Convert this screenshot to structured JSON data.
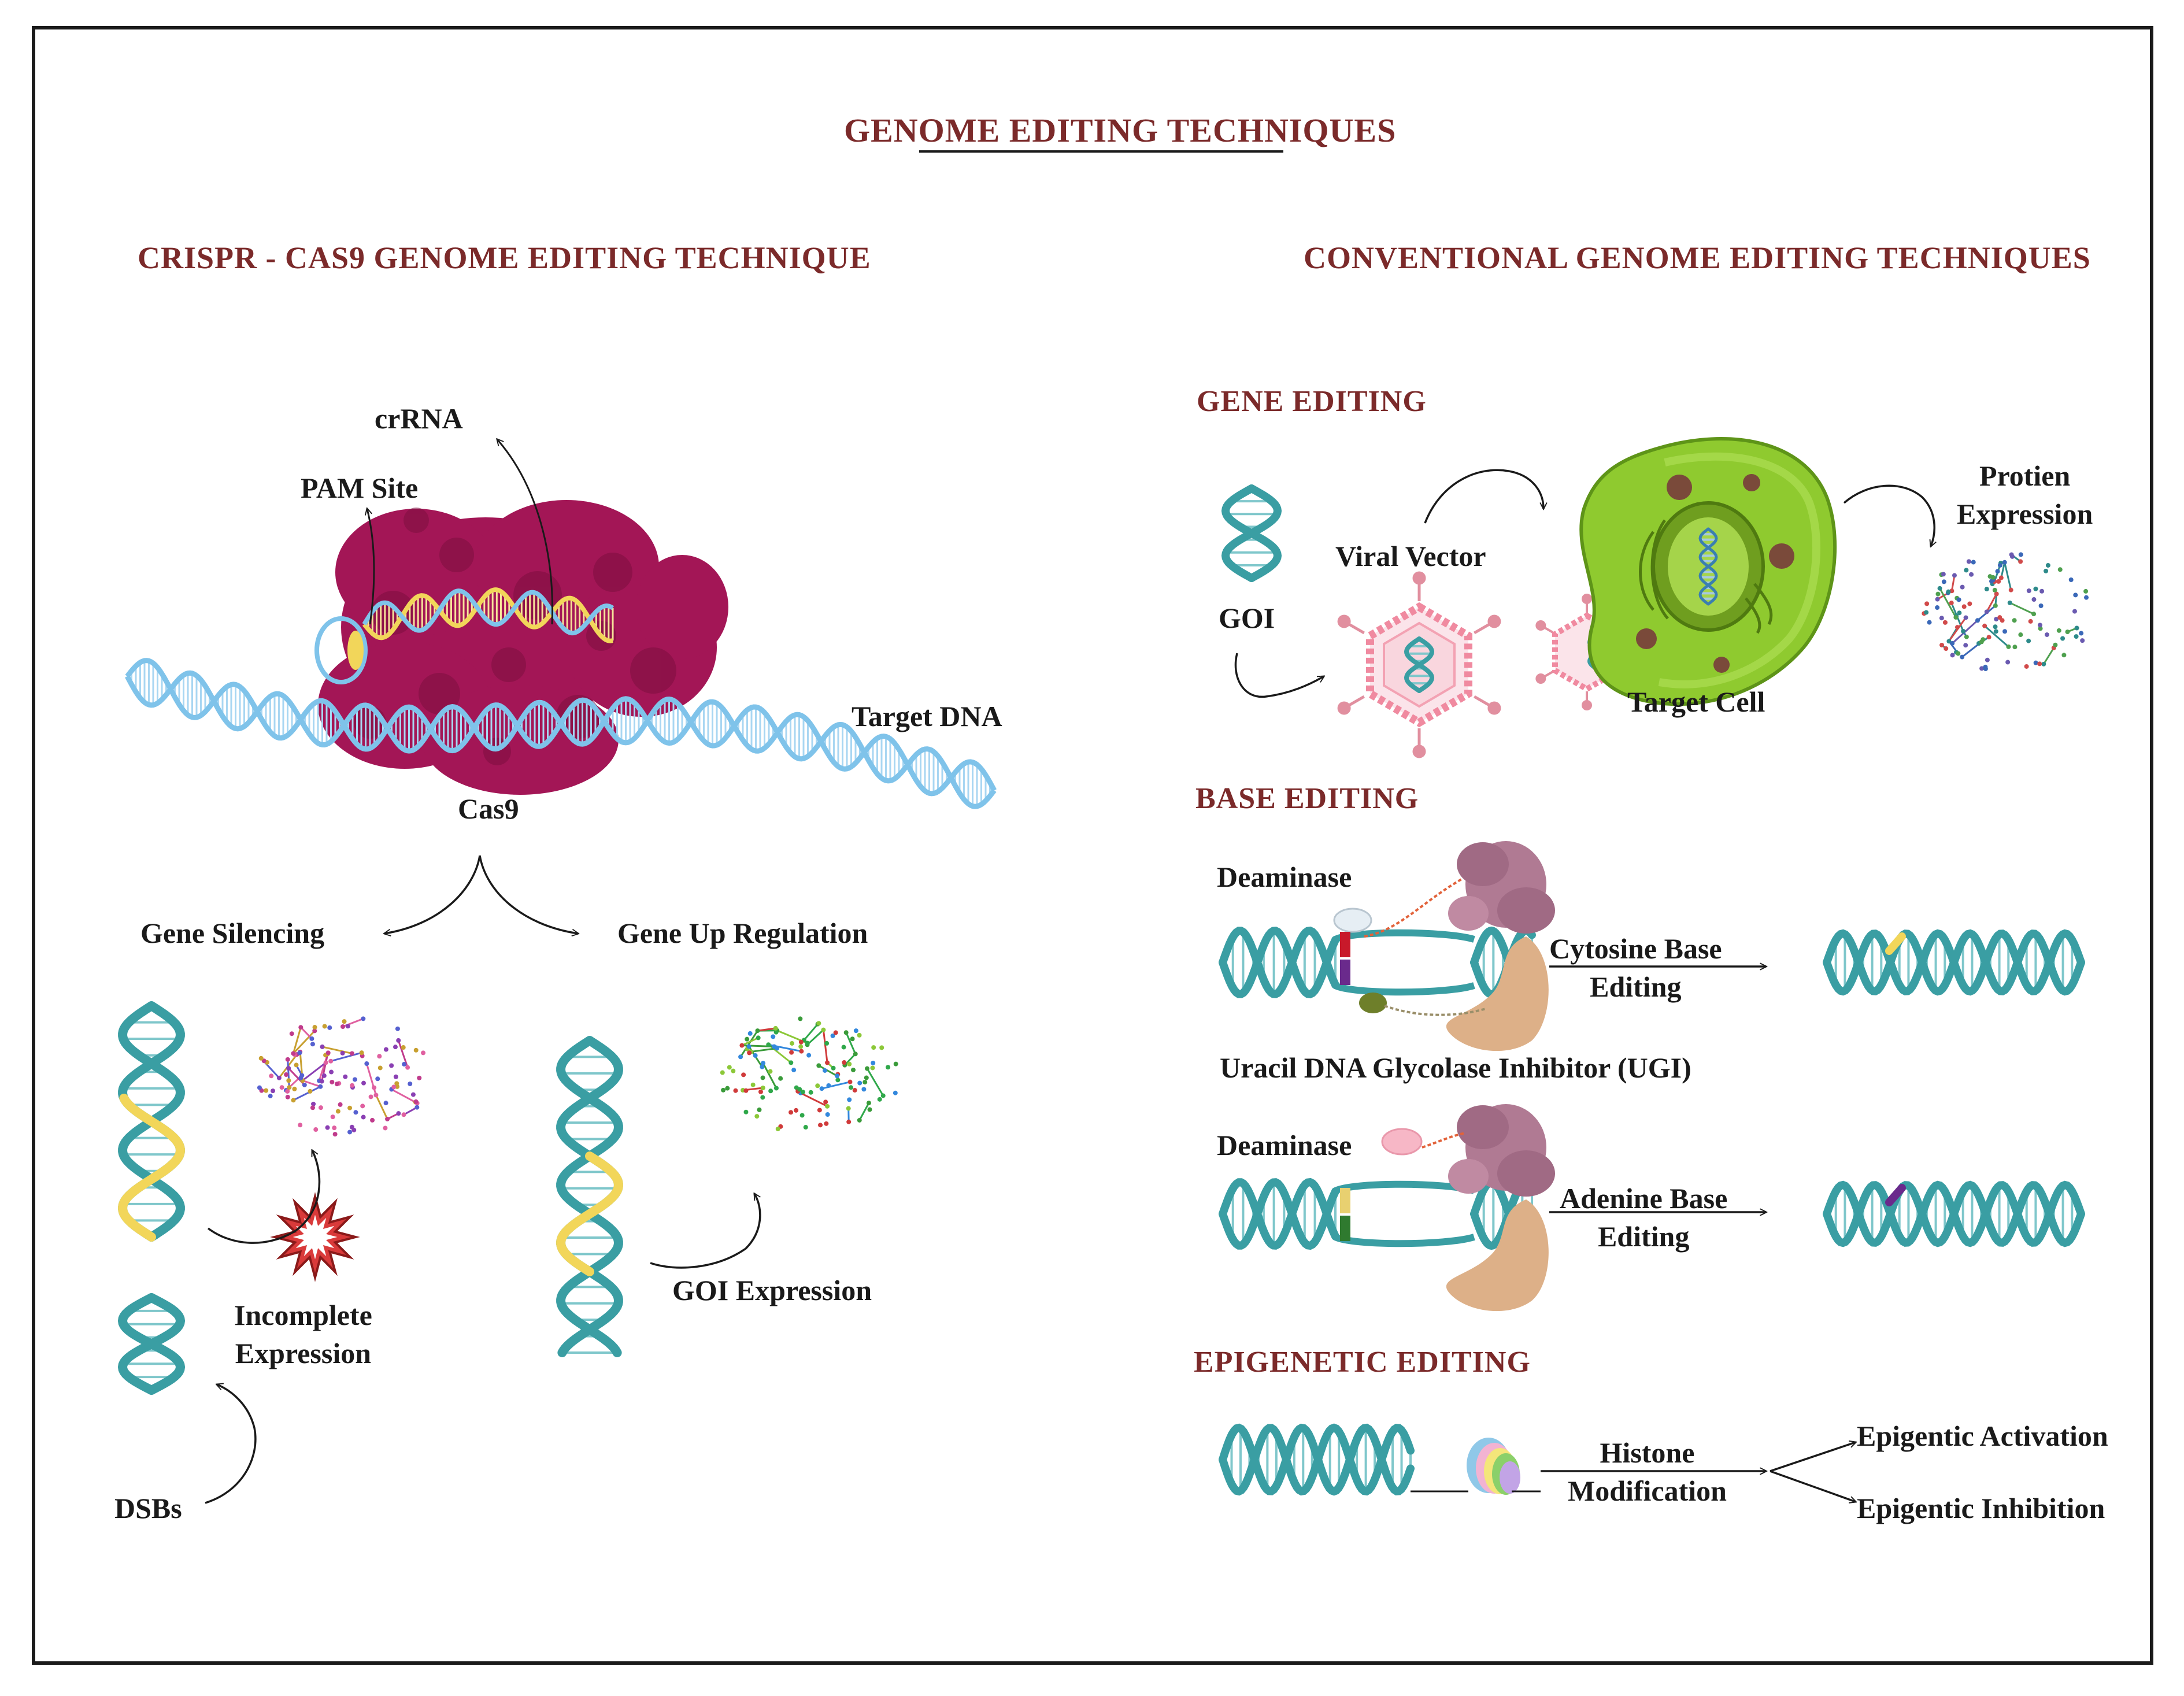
{
  "title": "GENOME EDITING TECHNIQUES",
  "colors": {
    "heading": "#7b2a2a",
    "dna_teal": "#3a9ea3",
    "dna_light_blue": "#7fc3ea",
    "guide_yellow": "#f2d65a",
    "cas9_magenta": "#a31656",
    "cell_green": "#8fca2f",
    "capsid_pink": "#f3a2b3",
    "enzyme_mauve": "#b07a93",
    "enzyme_tan": "#ddb088",
    "frame": "#1a1a1a"
  },
  "crispr": {
    "heading": "CRISPR - CAS9 GENOME EDITING TECHNIQUE",
    "labels": {
      "crrna": "crRNA",
      "pam_site": "PAM Site",
      "target_dna": "Target DNA",
      "cas9": "Cas9",
      "gene_silencing": "Gene Silencing",
      "gene_up_regulation": "Gene Up Regulation",
      "incomplete_expression_line1": "Incomplete",
      "incomplete_expression_line2": "Expression",
      "goi_expression": "GOI Expression",
      "dsbs": "DSBs"
    }
  },
  "conventional": {
    "heading": "CONVENTIONAL GENOME EDITING TECHNIQUES",
    "gene_editing": {
      "heading": "GENE EDITING",
      "goi": "GOI",
      "viral_vector": "Viral Vector",
      "target_cell": "Target Cell",
      "protein_expression_line1": "Protien",
      "protein_expression_line2": "Expression"
    },
    "base_editing": {
      "heading": "BASE EDITING",
      "deaminase_1": "Deaminase",
      "cytosine_line1": "Cytosine Base",
      "cytosine_line2": "Editing",
      "ugi": "Uracil DNA Glycolase Inhibitor (UGI)",
      "deaminase_2": "Deaminase",
      "adenine_line1": "Adenine Base",
      "adenine_line2": "Editing"
    },
    "epigenetic_editing": {
      "heading": "EPIGENETIC EDITING",
      "histone_line1": "Histone",
      "histone_line2": "Modification",
      "activation": "Epigentic Activation",
      "inhibition": "Epigentic Inhibition"
    }
  }
}
